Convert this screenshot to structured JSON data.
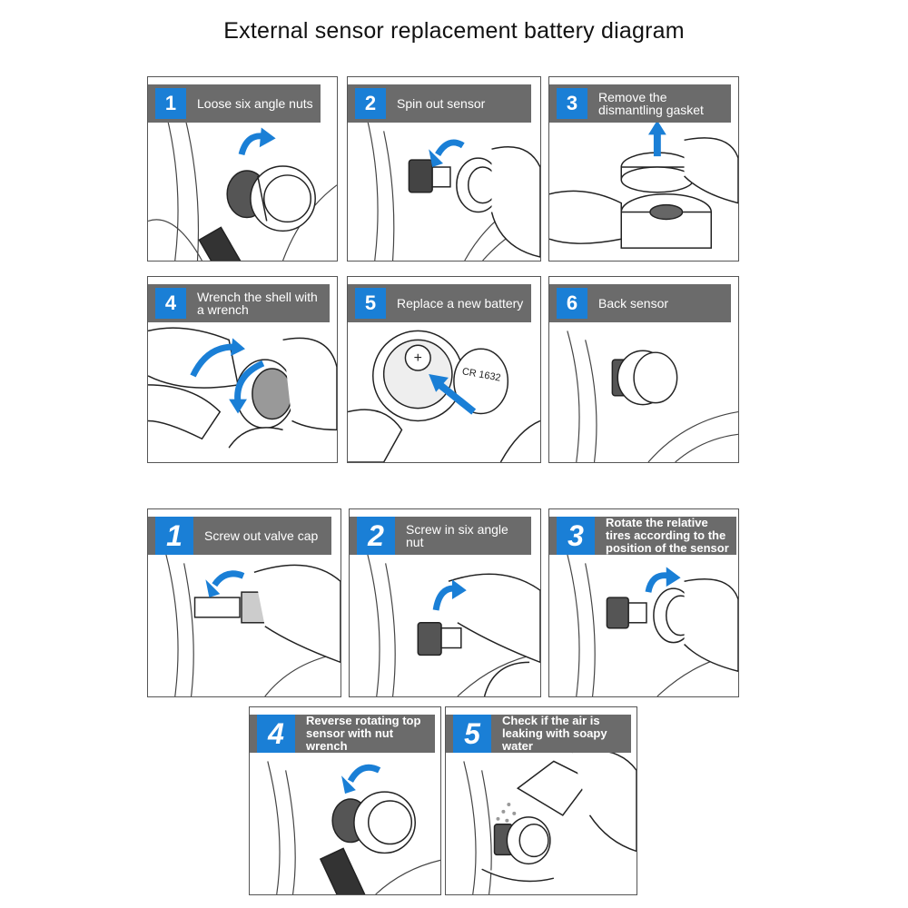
{
  "title": "External sensor replacement battery diagram",
  "battery_text": "CR 1632",
  "set_a": [
    {
      "num": "1",
      "caption": "Loose six angle nuts"
    },
    {
      "num": "2",
      "caption": "Spin out sensor"
    },
    {
      "num": "3",
      "caption": "Remove the dismantling gasket"
    },
    {
      "num": "4",
      "caption": "Wrench the shell with a wrench"
    },
    {
      "num": "5",
      "caption": "Replace a new battery"
    },
    {
      "num": "6",
      "caption": "Back sensor"
    }
  ],
  "set_b": [
    {
      "num": "1",
      "caption": "Screw out valve cap"
    },
    {
      "num": "2",
      "caption": "Screw in six angle nut"
    },
    {
      "num": "3",
      "caption": "Rotate the relative tires according to the position of the sensor"
    },
    {
      "num": "4",
      "caption": "Reverse rotating top sensor with nut wrench"
    },
    {
      "num": "5",
      "caption": "Check if the air is leaking with soapy water"
    }
  ],
  "colors": {
    "accent": "#1a7fd6",
    "label_bg": "#6b6b6b",
    "line": "#333333"
  }
}
